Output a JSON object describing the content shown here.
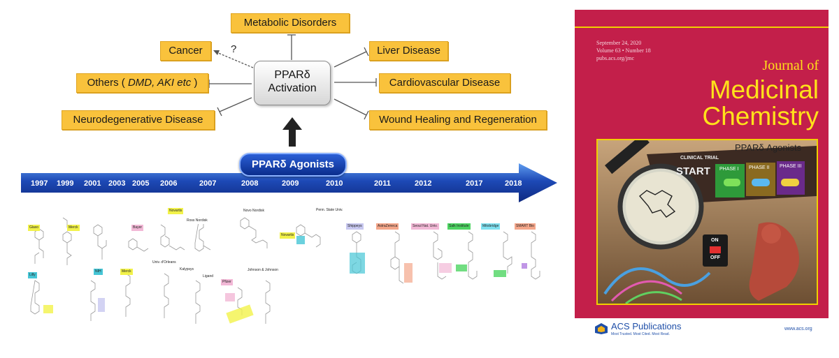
{
  "diagram": {
    "center": {
      "line1": "PPARδ",
      "line2": "Activation"
    },
    "question_mark": "?",
    "diseases": {
      "metabolic": "Metabolic Disorders",
      "cancer": "Cancer",
      "liver": "Liver Disease",
      "others_prefix": "Others ( ",
      "others_italic": "DMD, AKI etc",
      "others_suffix": " )",
      "cardio": "Cardiovascular Disease",
      "neuro": "Neurodegenerative Disease",
      "wound": "Wound Healing and Regeneration"
    },
    "agonists_label": "PPARδ Agonists",
    "timeline_years": [
      "1997",
      "1999",
      "2001",
      "2003",
      "2005",
      "2006",
      "2007",
      "2008",
      "2009",
      "2010",
      "2011",
      "2012",
      "2017",
      "2018"
    ],
    "compound_tags": {
      "glaxo": "Glaxo",
      "merck1": "Merck",
      "bayer": "Bayer",
      "novartis": "Novartis",
      "ross_nordisk": "Ross Nordisk",
      "novo_nordisk": "Novo Nordisk",
      "novartis2": "Novartis",
      "penn_state": "Penn. State Univ.",
      "shippeys": "Shippeys",
      "astrazeneca": "AstraZeneca",
      "seoul": "Seoul Nat. Univ.",
      "salk": "Salk Institute",
      "mitobridge": "Mitobridge",
      "sm_ash": "SMART Bio",
      "lilly": "Lilly",
      "nih": "NIH",
      "merck2": "Merck",
      "univ_orleans": "Univ. d'Orleans",
      "kalypsys": "Kalypsys",
      "ligand": "Ligand",
      "pfizer": "Pfizer",
      "johnson": "Johnson & Johnson"
    }
  },
  "cover": {
    "date": "September 24, 2020",
    "volume": "Volume 63 • Number 18",
    "url": "pubs.acs.org/jmc",
    "title_small": "Journal of",
    "title_line1": "Medicinal",
    "title_line2": "Chemistry",
    "artwork": {
      "heading": "PPARδ Agonists",
      "clinical_trial": "CLINICAL TRIAL",
      "start": "START",
      "phase1": "PHASE I",
      "phase2": "PHASE II",
      "phase3": "PHASE III",
      "on": "ON",
      "off": "OFF"
    },
    "publisher": "ACS Publications",
    "publisher_tagline": "Most Trusted. Most Cited. Most Read.",
    "publisher_url": "www.acs.org"
  },
  "colors": {
    "disease_box": "#f9c23c",
    "timeline_arrow": "#1a3f9c",
    "cover_background": "#c31f4a",
    "cover_title": "#ffe21a"
  }
}
